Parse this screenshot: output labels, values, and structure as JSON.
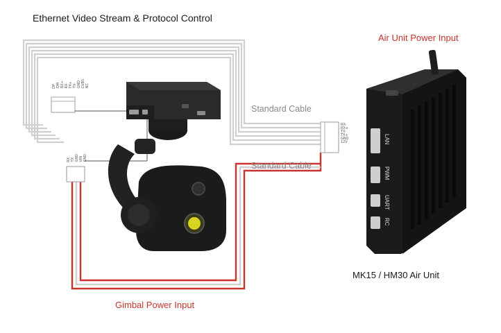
{
  "title": "Ethernet Video Stream & Protocol Control",
  "air_unit_power_label": "Air Unit Power Input",
  "gimbal_power_label": "Gimbal Power Input",
  "standard_cable_top": "Standard Cable",
  "standard_cable_bottom": "Standard Cable",
  "air_unit_name": "MK15 / HM30 Air Unit",
  "air_unit_ports": [
    "LAN",
    "PWM",
    "UART",
    "RC"
  ],
  "camera_ethernet_pins": [
    "RX+",
    "RX-",
    "TX+",
    "TX-",
    "GND",
    "CVBS",
    "NC"
  ],
  "camera_ethernet_header": [
    "DP",
    "DM"
  ],
  "camera_uart_pins": [
    "RX",
    "TX",
    "GND"
  ],
  "camera_power_pins": [
    "VIN",
    "GND"
  ],
  "air_unit_pins": [
    "RX-",
    "RX+",
    "TX-",
    "TX+",
    "GND",
    "12V"
  ],
  "colors": {
    "power_wire": "#c8332e",
    "signal_wire": "#c9c9c9",
    "device_body": "#1c1c1c",
    "label_accent": "#c8332e"
  }
}
